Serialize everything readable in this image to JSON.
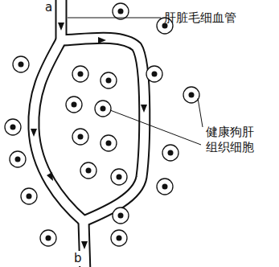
{
  "diagram": {
    "labels": [
      "a",
      "肝脏毛细血管",
      "健康狗肝组织细胞",
      "b"
    ]
  }
}
